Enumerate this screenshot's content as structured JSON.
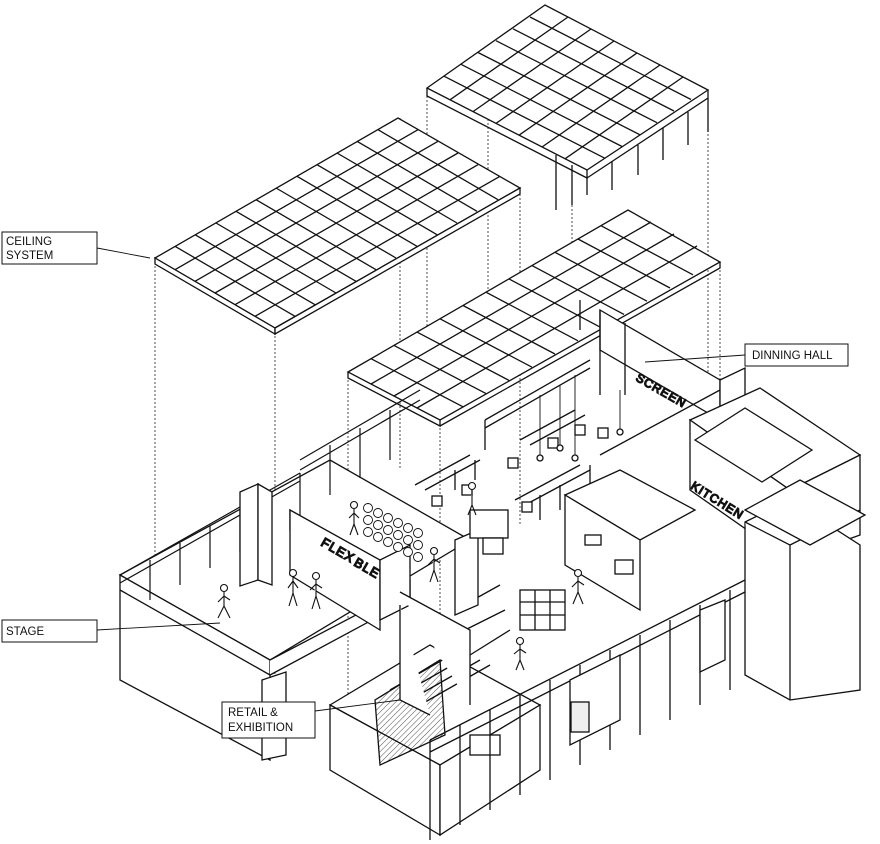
{
  "labels": {
    "ceiling_line1": "CEILING",
    "ceiling_line2": "SYSTEM",
    "dining_hall": "DINNING HALL",
    "stage": "STAGE",
    "retail_line1": "RETAIL &",
    "retail_line2": "EXHIBITION"
  },
  "inscriptions": {
    "screen": "SCREEN",
    "kitchen": "KITCHEN",
    "flex_part1": "FLEX",
    "flex_part2": "BLE"
  },
  "colors": {
    "ink": "#111111",
    "paper": "#ffffff",
    "shade": "#d9d9d9"
  }
}
